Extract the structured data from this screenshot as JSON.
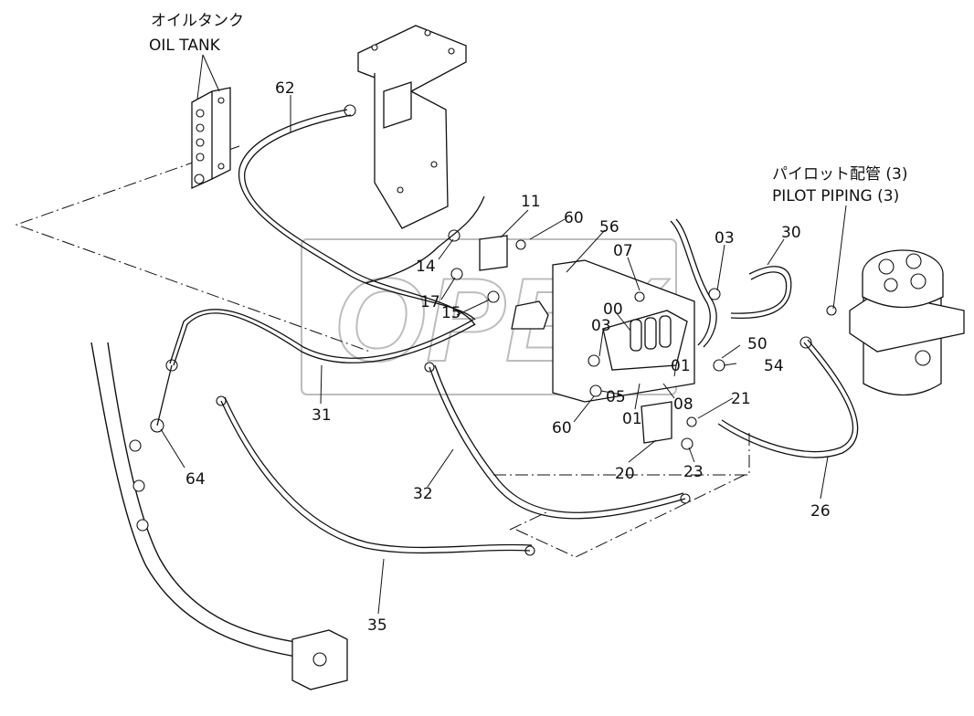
{
  "titles": {
    "oil_tank_jp": "オイルタンク",
    "oil_tank_en": "OIL TANK",
    "pilot_jp": "パイロット配管 (3)",
    "pilot_en": "PILOT PIPING (3)"
  },
  "callouts": {
    "p62": "62",
    "p11": "11",
    "p60a": "60",
    "p56": "56",
    "p07": "07",
    "p03a": "03",
    "p30": "30",
    "p14": "14",
    "p17": "17",
    "p15": "15",
    "p00": "00",
    "p03b": "03",
    "p50": "50",
    "p54": "54",
    "p01a": "01",
    "p05": "05",
    "p08": "08",
    "p01b": "01",
    "p60b": "60",
    "p21": "21",
    "p31": "31",
    "p64": "64",
    "p20": "20",
    "p23": "23",
    "p32": "32",
    "p26": "26",
    "p35": "35"
  },
  "watermark": "OPEX"
}
